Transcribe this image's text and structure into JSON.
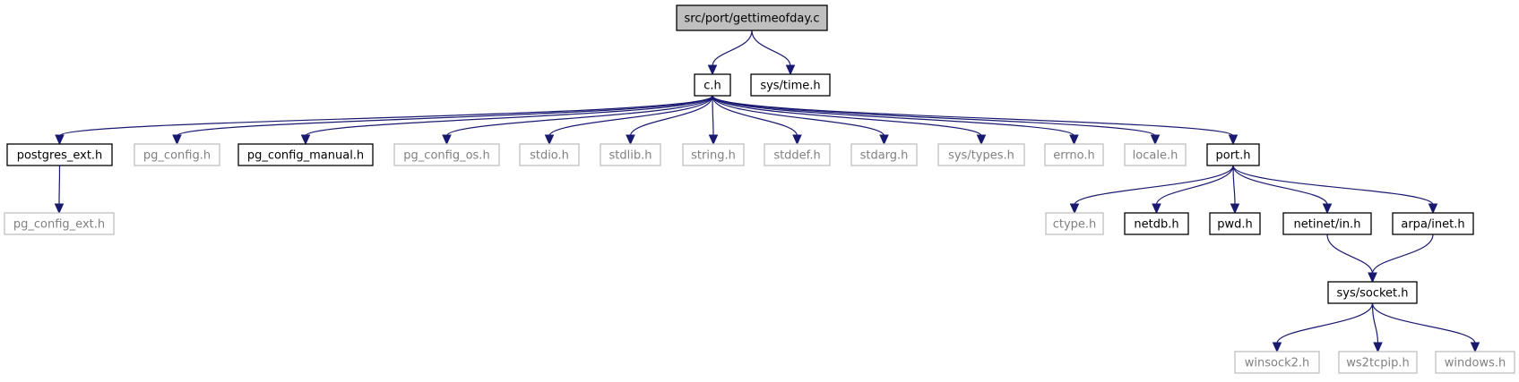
{
  "graph": {
    "root": "src/port/gettimeofday.c",
    "nodes": {
      "root": {
        "label": "src/port/gettimeofday.c",
        "kind": "root"
      },
      "c_h": {
        "label": "c.h",
        "kind": "internal"
      },
      "sys_time_h": {
        "label": "sys/time.h",
        "kind": "internal"
      },
      "postgres_ext_h": {
        "label": "postgres_ext.h",
        "kind": "internal"
      },
      "pg_config_h": {
        "label": "pg_config.h",
        "kind": "external"
      },
      "pg_config_manual_h": {
        "label": "pg_config_manual.h",
        "kind": "internal"
      },
      "pg_config_os_h": {
        "label": "pg_config_os.h",
        "kind": "external"
      },
      "stdio_h": {
        "label": "stdio.h",
        "kind": "external"
      },
      "stdlib_h": {
        "label": "stdlib.h",
        "kind": "external"
      },
      "string_h": {
        "label": "string.h",
        "kind": "external"
      },
      "stddef_h": {
        "label": "stddef.h",
        "kind": "external"
      },
      "stdarg_h": {
        "label": "stdarg.h",
        "kind": "external"
      },
      "sys_types_h": {
        "label": "sys/types.h",
        "kind": "external"
      },
      "errno_h": {
        "label": "errno.h",
        "kind": "external"
      },
      "locale_h": {
        "label": "locale.h",
        "kind": "external"
      },
      "port_h": {
        "label": "port.h",
        "kind": "internal"
      },
      "pg_config_ext_h": {
        "label": "pg_config_ext.h",
        "kind": "external"
      },
      "ctype_h": {
        "label": "ctype.h",
        "kind": "external"
      },
      "netdb_h": {
        "label": "netdb.h",
        "kind": "internal"
      },
      "pwd_h": {
        "label": "pwd.h",
        "kind": "internal"
      },
      "netinet_in_h": {
        "label": "netinet/in.h",
        "kind": "internal"
      },
      "arpa_inet_h": {
        "label": "arpa/inet.h",
        "kind": "internal"
      },
      "sys_socket_h": {
        "label": "sys/socket.h",
        "kind": "internal"
      },
      "winsock2_h": {
        "label": "winsock2.h",
        "kind": "external"
      },
      "ws2tcpip_h": {
        "label": "ws2tcpip.h",
        "kind": "external"
      },
      "windows_h": {
        "label": "windows.h",
        "kind": "external"
      }
    },
    "edges": [
      [
        "root",
        "c_h"
      ],
      [
        "root",
        "sys_time_h"
      ],
      [
        "c_h",
        "postgres_ext_h"
      ],
      [
        "c_h",
        "pg_config_h"
      ],
      [
        "c_h",
        "pg_config_manual_h"
      ],
      [
        "c_h",
        "pg_config_os_h"
      ],
      [
        "c_h",
        "stdio_h"
      ],
      [
        "c_h",
        "stdlib_h"
      ],
      [
        "c_h",
        "string_h"
      ],
      [
        "c_h",
        "stddef_h"
      ],
      [
        "c_h",
        "stdarg_h"
      ],
      [
        "c_h",
        "sys_types_h"
      ],
      [
        "c_h",
        "errno_h"
      ],
      [
        "c_h",
        "locale_h"
      ],
      [
        "c_h",
        "port_h"
      ],
      [
        "postgres_ext_h",
        "pg_config_ext_h"
      ],
      [
        "port_h",
        "ctype_h"
      ],
      [
        "port_h",
        "netdb_h"
      ],
      [
        "port_h",
        "pwd_h"
      ],
      [
        "port_h",
        "netinet_in_h"
      ],
      [
        "port_h",
        "arpa_inet_h"
      ],
      [
        "netinet_in_h",
        "sys_socket_h"
      ],
      [
        "arpa_inet_h",
        "sys_socket_h"
      ],
      [
        "sys_socket_h",
        "winsock2_h"
      ],
      [
        "sys_socket_h",
        "ws2tcpip_h"
      ],
      [
        "sys_socket_h",
        "windows_h"
      ]
    ],
    "colors": {
      "edge": "#191970",
      "root_fill": "#bfbfbf",
      "internal_border": "#000000",
      "external_border": "#bfbfbf",
      "external_text": "#808080"
    }
  }
}
